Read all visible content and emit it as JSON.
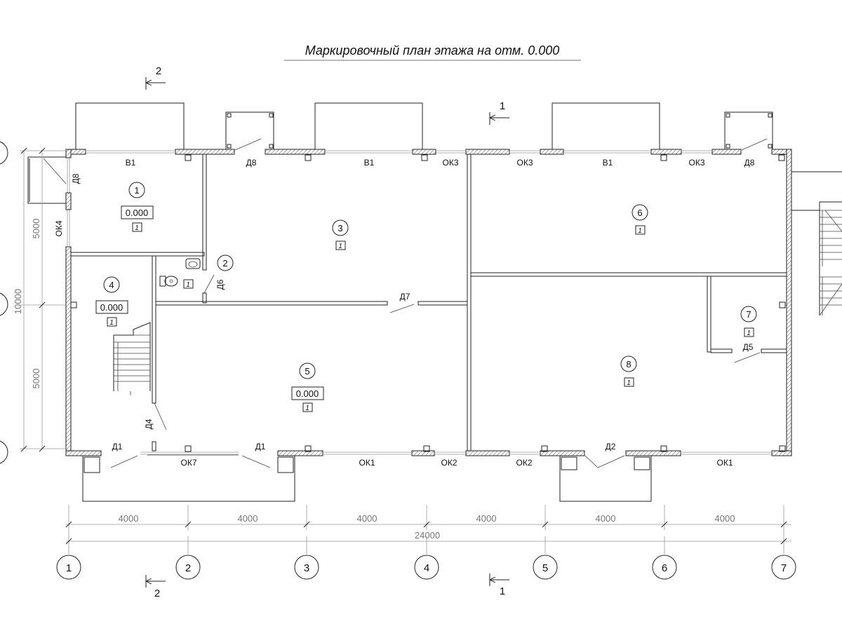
{
  "title": "Маркировочный план этажа на отм. 0.000",
  "axes": {
    "bottom": [
      "1",
      "2",
      "3",
      "4",
      "5",
      "6",
      "7"
    ]
  },
  "dimensions": {
    "spans": [
      "4000",
      "4000",
      "4000",
      "4000",
      "4000",
      "4000"
    ],
    "total": "24000",
    "left": [
      "5000",
      "10000",
      "5000"
    ]
  },
  "section_marks": {
    "top": [
      "2",
      "1"
    ],
    "bottom": [
      "2",
      "1"
    ]
  },
  "rooms": [
    {
      "num": "1",
      "elev": "0.000",
      "tag": "1"
    },
    {
      "num": "2",
      "tag": "1"
    },
    {
      "num": "3",
      "tag": "1"
    },
    {
      "num": "4",
      "elev": "0.000",
      "tag": "1"
    },
    {
      "num": "5",
      "elev": "0.000",
      "tag": "1"
    },
    {
      "num": "6",
      "tag": "1"
    },
    {
      "num": "7",
      "tag": "1"
    },
    {
      "num": "8",
      "tag": "1"
    }
  ],
  "openings": {
    "top": [
      "В1",
      "Д8",
      "В1",
      "ОК3",
      "ОК3",
      "В1",
      "ОК3",
      "Д8"
    ],
    "left": [
      "Д8",
      "ОК4"
    ],
    "bottom": [
      "Д1",
      "ОК7",
      "Д1",
      "ОК1",
      "ОК2",
      "ОК2",
      "Д2",
      "ОК1"
    ],
    "interior": [
      "Д6",
      "Д7",
      "Д4",
      "Д5"
    ]
  }
}
